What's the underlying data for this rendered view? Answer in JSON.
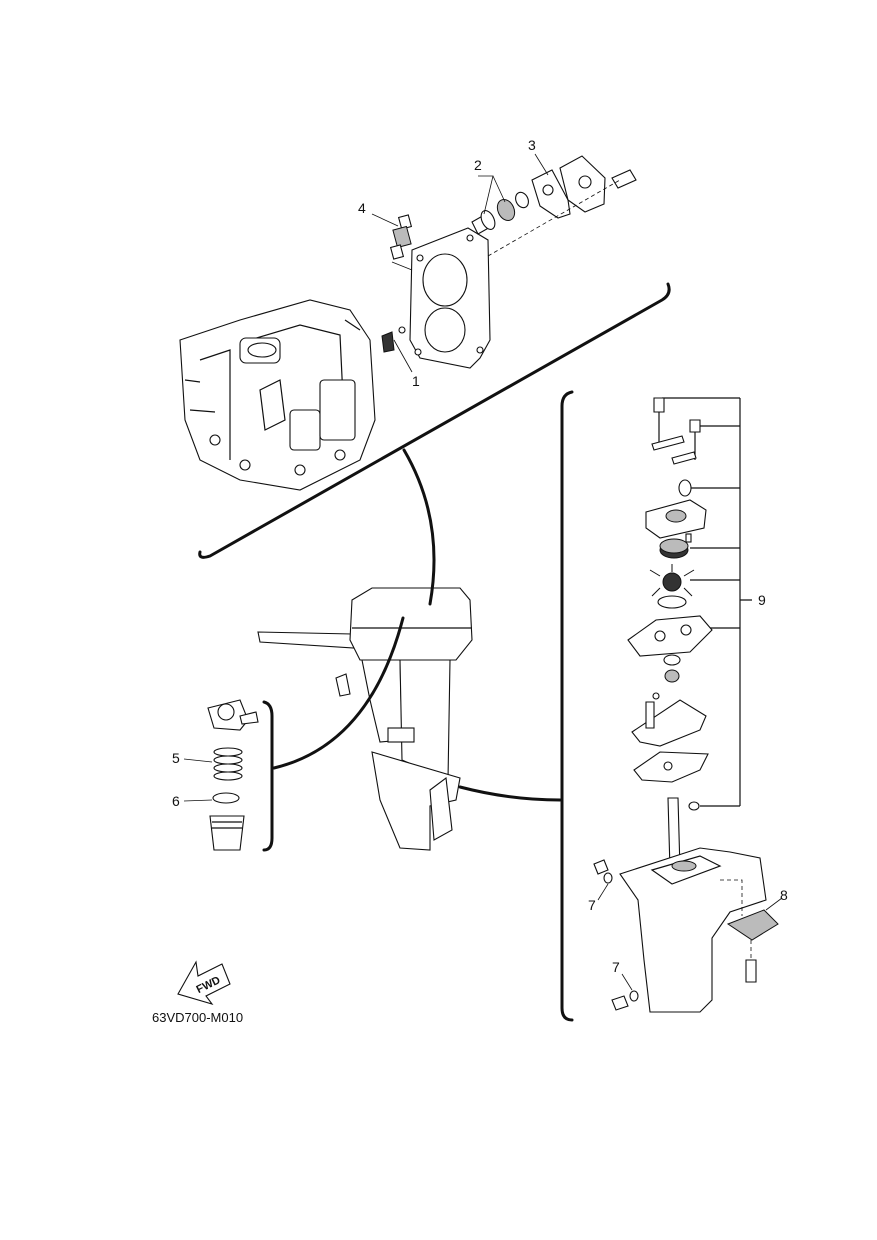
{
  "diagram": {
    "callouts": [
      "1",
      "2",
      "3",
      "4",
      "5",
      "6",
      "7",
      "7",
      "8",
      "9"
    ],
    "fwd_label": "FWD",
    "figure_code": "63VD700-M010"
  }
}
